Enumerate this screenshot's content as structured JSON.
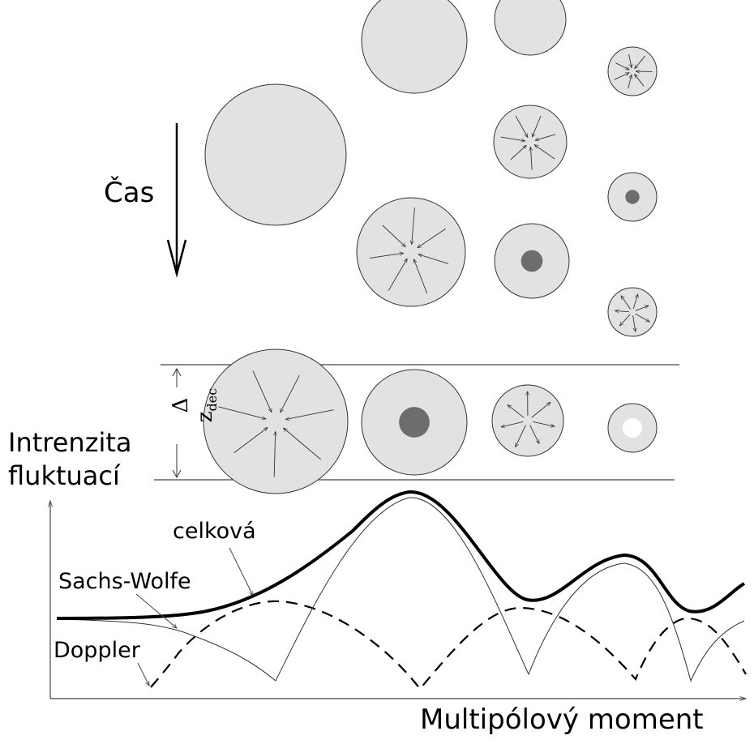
{
  "labels": {
    "time": "Čas",
    "y_axis_line1": "Intrenzita",
    "y_axis_line2": "fluktuací",
    "x_axis": "Multipólový moment",
    "total_curve": "celková",
    "sachs_wolfe_curve": "Sachs-Wolfe",
    "doppler_curve": "Doppler",
    "decoupling_delta": "Δ z",
    "decoupling_sub": "dec"
  },
  "colors": {
    "bubble_fill": "#e2e2e2",
    "core_fill": "#6d6d6d",
    "stroke": "#333333"
  },
  "bubble_kinds": [
    "plain",
    "inflow-arrows",
    "dark-core",
    "outflow-arrows",
    "white-core"
  ]
}
